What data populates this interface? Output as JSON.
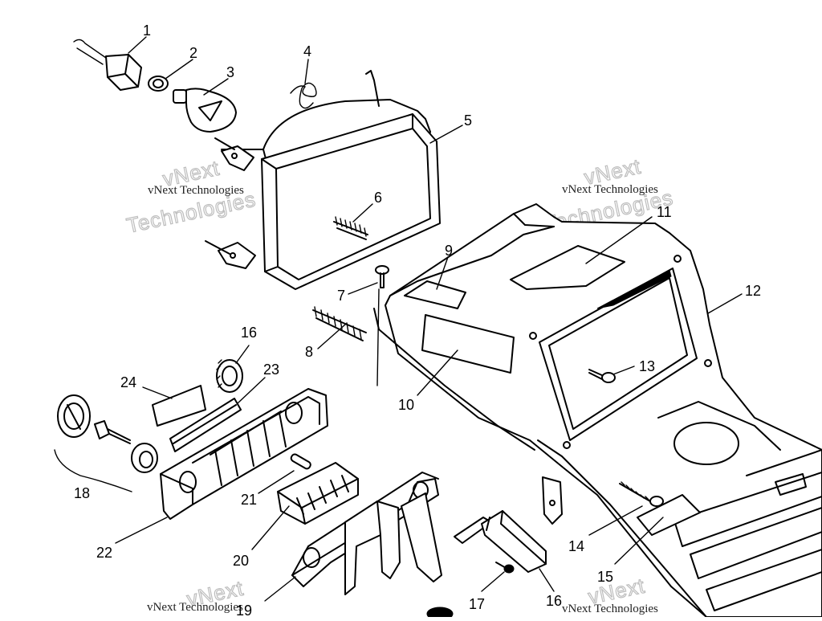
{
  "diagram": {
    "part_labels": {
      "p1": "1",
      "p2": "2",
      "p3": "3",
      "p4": "4",
      "p5": "5",
      "p6": "6",
      "p7": "7",
      "p8": "8",
      "p9": "9",
      "p10": "10",
      "p11": "11",
      "p12": "12",
      "p13": "13",
      "p14": "14",
      "p15": "15",
      "p16a": "16",
      "p16b": "16",
      "p17": "17",
      "p18": "18",
      "p19": "19",
      "p20": "20",
      "p21": "21",
      "p22": "22",
      "p23": "23",
      "p24": "24"
    },
    "watermark": {
      "small": "vNext Technologies",
      "big_line1": "vNext",
      "big_line2": "Technologies"
    }
  }
}
